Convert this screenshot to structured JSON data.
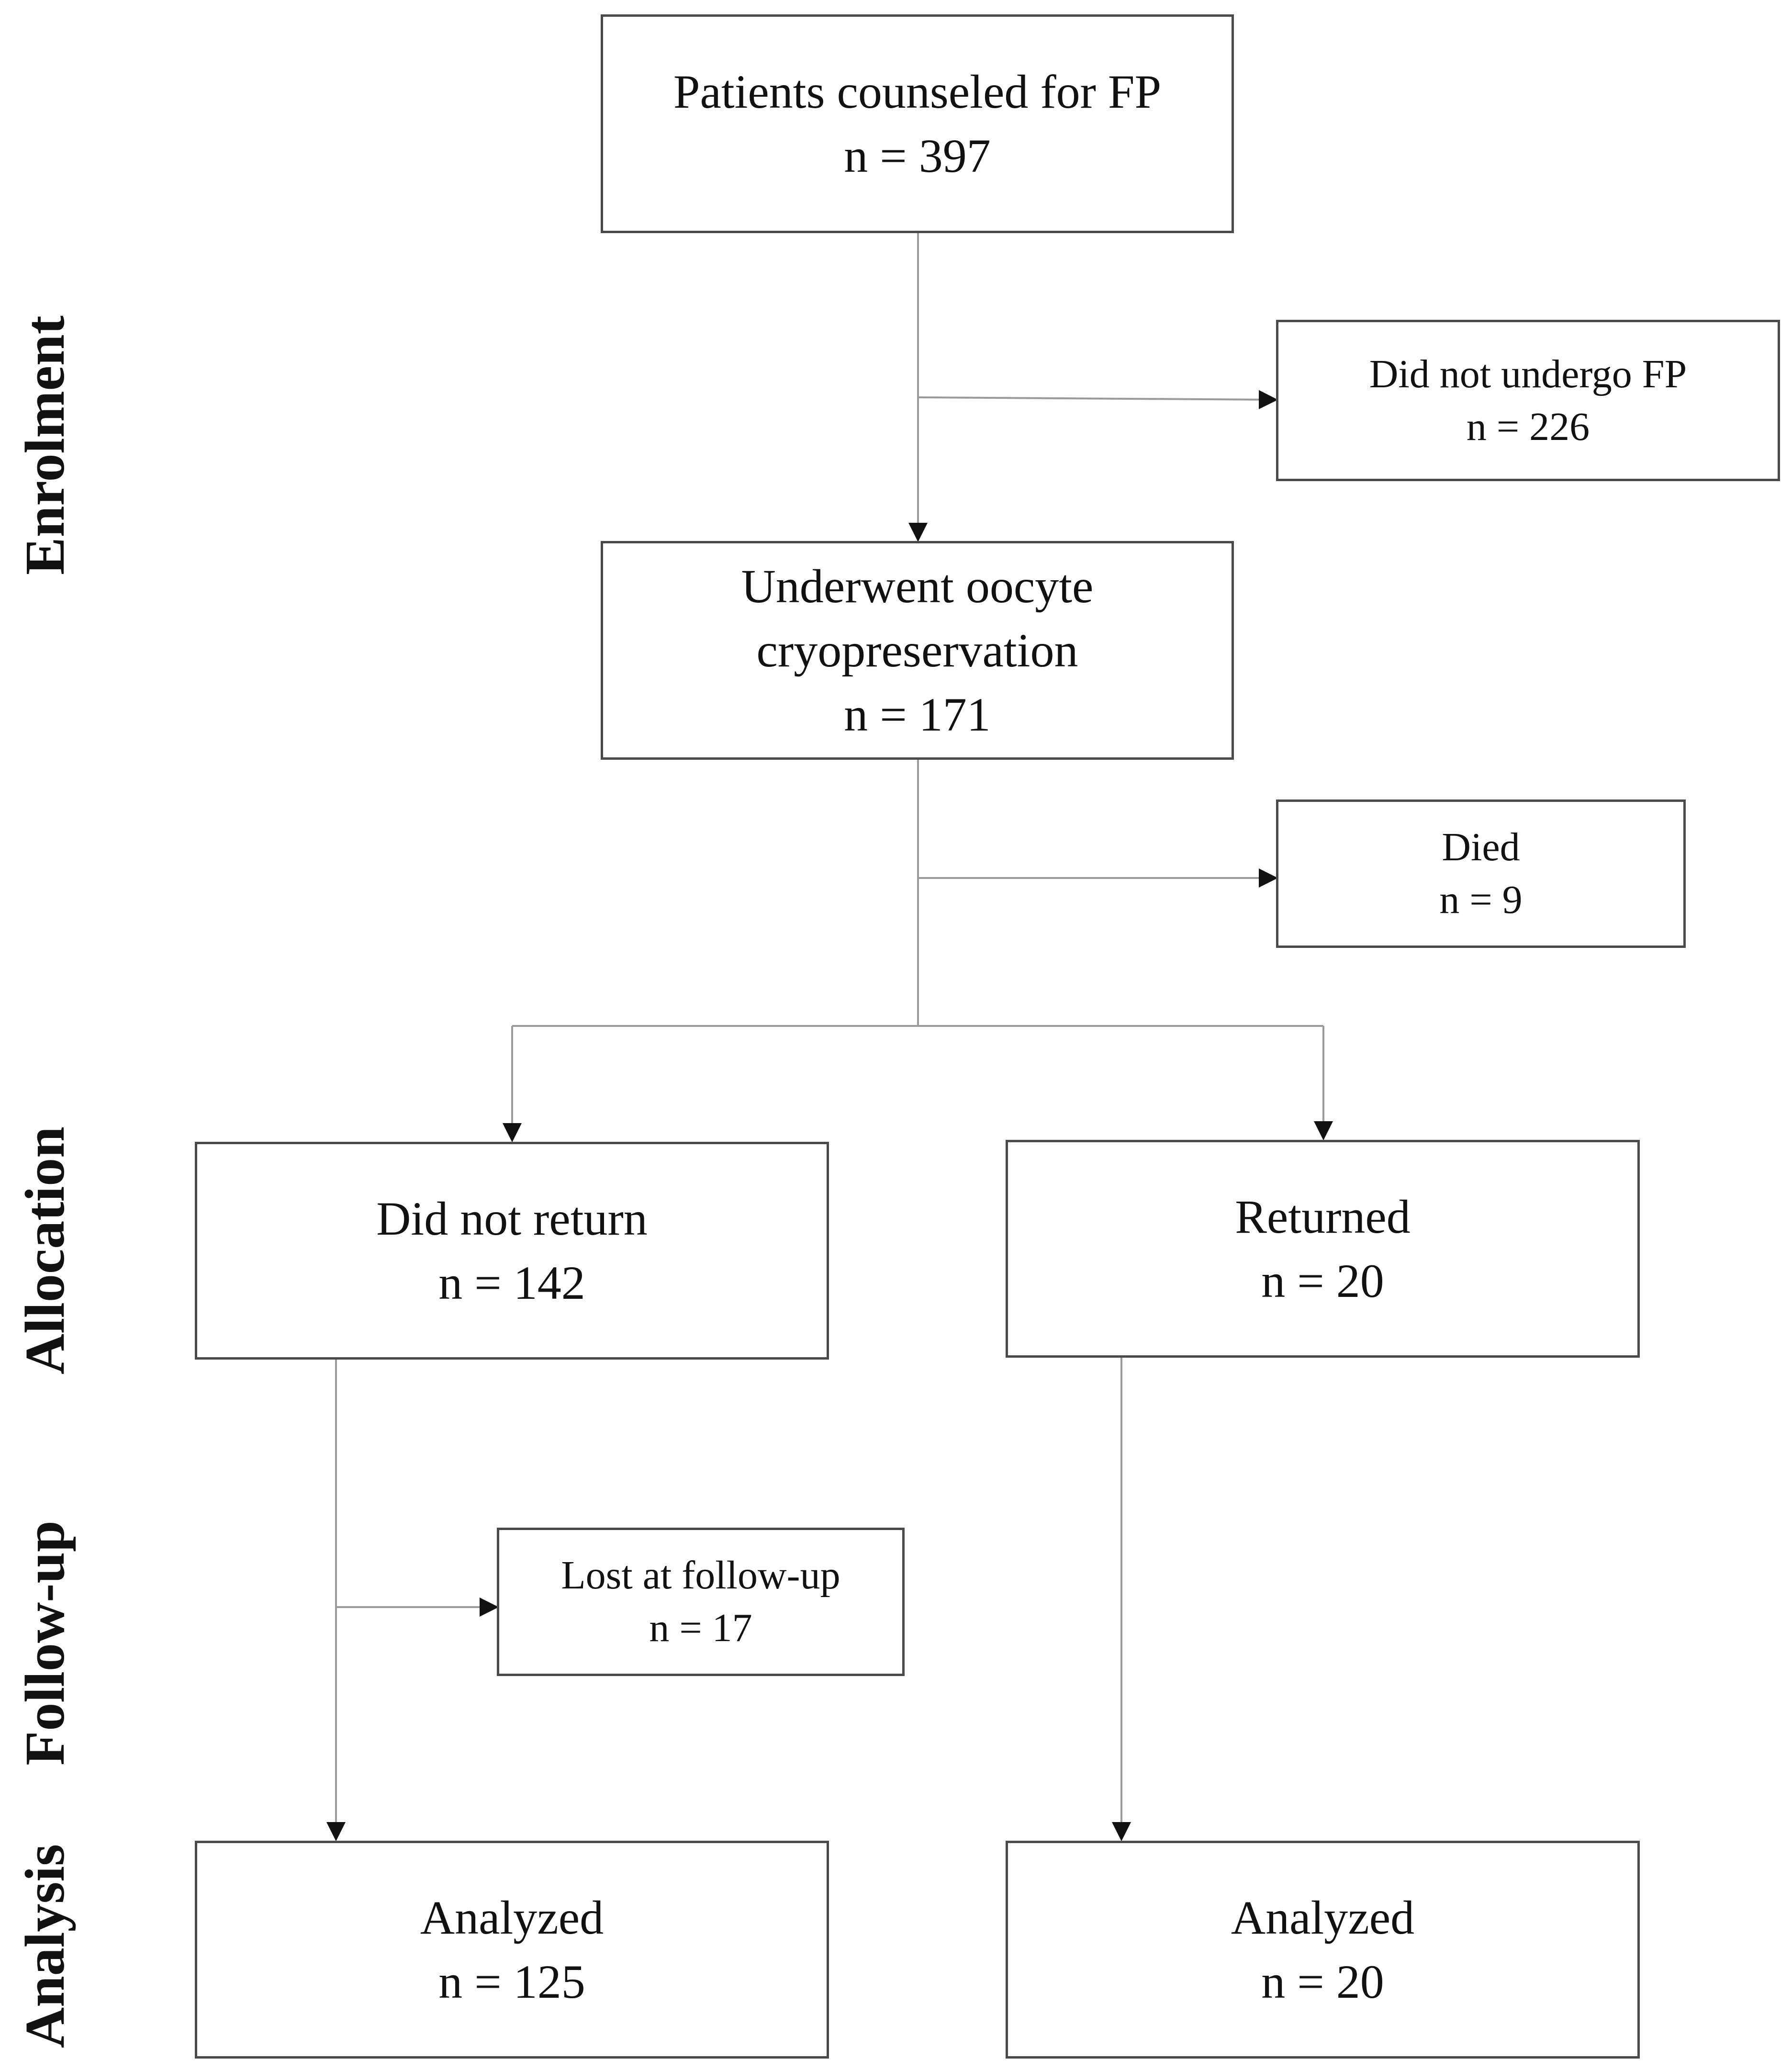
{
  "phases": {
    "enrolment": "Enrolment",
    "allocation": "Allocation",
    "follow_up": "Follow-up",
    "analysis": "Analysis"
  },
  "boxes": {
    "counseled": {
      "title": "Patients counseled for FP",
      "n": "n = 397"
    },
    "no_fp": {
      "title": "Did not undergo FP",
      "n": "n = 226"
    },
    "underwent": {
      "title_line1": "Underwent oocyte",
      "title_line2": "cryopreservation",
      "n": "n = 171"
    },
    "died": {
      "title": "Died",
      "n": "n = 9"
    },
    "did_not_return": {
      "title": "Did not return",
      "n": "n = 142"
    },
    "returned": {
      "title": "Returned",
      "n": "n = 20"
    },
    "lost": {
      "title": "Lost at follow-up",
      "n": "n = 17"
    },
    "analyzed_left": {
      "title": "Analyzed",
      "n": "n = 125"
    },
    "analyzed_right": {
      "title": "Analyzed",
      "n": "n = 20"
    }
  },
  "colors": {
    "border": "#4a4a4a",
    "connector": "#9a9a9a",
    "arrowhead": "#111111"
  }
}
